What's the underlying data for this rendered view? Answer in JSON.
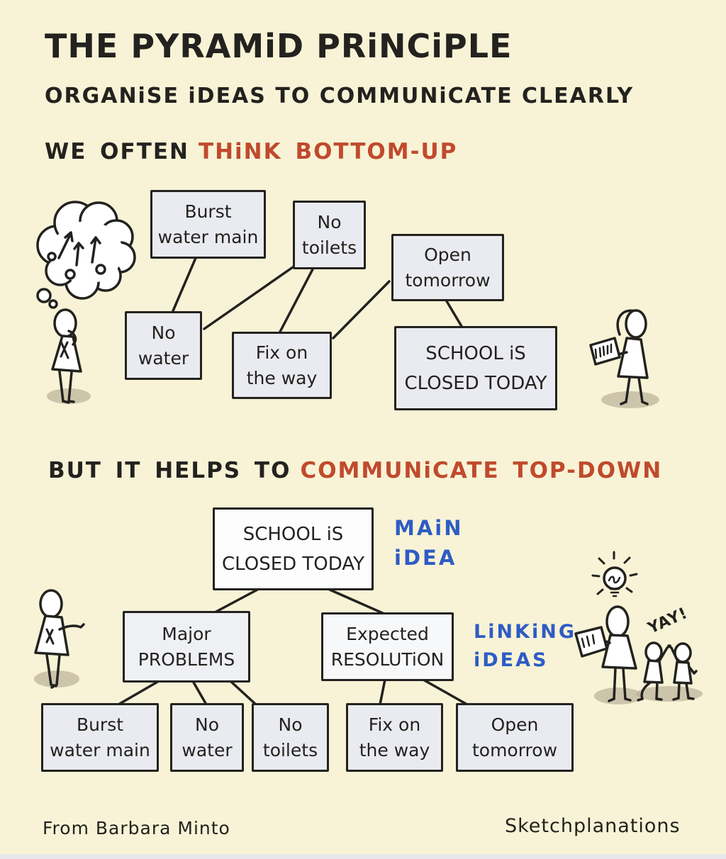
{
  "palette": {
    "background": "#f8f3d6",
    "ink": "#23221f",
    "accent_red": "#c04a2d",
    "accent_blue": "#2e5cc5",
    "box_fill": "#e9ebf0",
    "box_fill_bright": "#fdfdfd",
    "shadow": "#b9b199"
  },
  "title": "THE PYRAMiD PRiNCiPLE",
  "subtitle": "ORGANiSE iDEAS TO COMMUNiCATE CLEARLY",
  "sections": {
    "bottom_up": {
      "prefix": "WE OFTEN",
      "accent": "THiNK BOTTOM-UP"
    },
    "top_down": {
      "prefix": "BUT IT HELPS TO",
      "accent": "COMMUNiCATE TOP-DOWN"
    }
  },
  "bottom_up": {
    "boxes": [
      {
        "name": "burst-water-main",
        "line1": "Burst",
        "line2": "water main"
      },
      {
        "name": "no-toilets",
        "line1": "No",
        "line2": "toilets"
      },
      {
        "name": "open-tomorrow",
        "line1": "Open",
        "line2": "tomorrow"
      },
      {
        "name": "no-water",
        "line1": "No",
        "line2": "water"
      },
      {
        "name": "fix-on-the-way",
        "line1": "Fix on",
        "line2": "the way"
      },
      {
        "name": "school-closed",
        "line1": "SCHOOL iS",
        "line2": "CLOSED TODAY"
      }
    ]
  },
  "top_down": {
    "main_idea_label": [
      "MAiN",
      "iDEA"
    ],
    "linking_ideas_label": [
      "LiNKiNG",
      "iDEAS"
    ],
    "yay": "YAY!",
    "boxes": [
      {
        "name": "school-closed",
        "line1": "SCHOOL iS",
        "line2": "CLOSED TODAY"
      },
      {
        "name": "major-problems",
        "line1": "Major",
        "line2": "PROBLEMS"
      },
      {
        "name": "expected-resolution",
        "line1": "Expected",
        "line2": "RESOLUTiON"
      },
      {
        "name": "burst-water-main",
        "line1": "Burst",
        "line2": "water main"
      },
      {
        "name": "no-water",
        "line1": "No",
        "line2": "water"
      },
      {
        "name": "no-toilets",
        "line1": "No",
        "line2": "toilets"
      },
      {
        "name": "fix-on-the-way",
        "line1": "Fix on",
        "line2": "the way"
      },
      {
        "name": "open-tomorrow",
        "line1": "Open",
        "line2": "tomorrow"
      }
    ]
  },
  "footer": {
    "credit": "From Barbara Minto",
    "brand": "Sketchplanations"
  }
}
